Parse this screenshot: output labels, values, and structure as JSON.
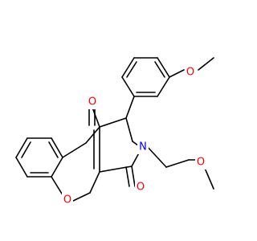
{
  "molecule": {
    "atoms": [
      {
        "id": "O_ketone",
        "element": "O",
        "label": "O",
        "color": "#ff0000"
      },
      {
        "id": "O_lactam",
        "element": "O",
        "label": "O",
        "color": "#ff0000"
      },
      {
        "id": "O_ring",
        "element": "O",
        "label": "O",
        "color": "#ff0000"
      },
      {
        "id": "N",
        "element": "N",
        "label": "N",
        "color": "#0000ff"
      },
      {
        "id": "O_methoxy_aryl",
        "element": "O",
        "label": "O",
        "color": "#ff0000"
      },
      {
        "id": "O_methoxy_chain",
        "element": "O",
        "label": "O",
        "color": "#ff0000"
      }
    ]
  }
}
